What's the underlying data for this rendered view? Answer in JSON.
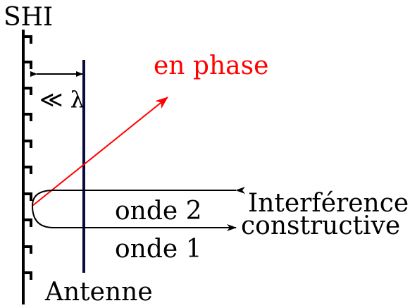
{
  "labels": {
    "surface": "SHI",
    "spacing": "≪ λ",
    "in_phase": "en phase",
    "interference_line1": "Interférence",
    "interference_line2": "constructive",
    "wave2": "onde 2",
    "wave1": "onde 1",
    "antenna": "Antenne"
  },
  "colors": {
    "ink": "#000000",
    "antenna": "#0a0a3c",
    "phase_arrow": "#ff0000"
  }
}
